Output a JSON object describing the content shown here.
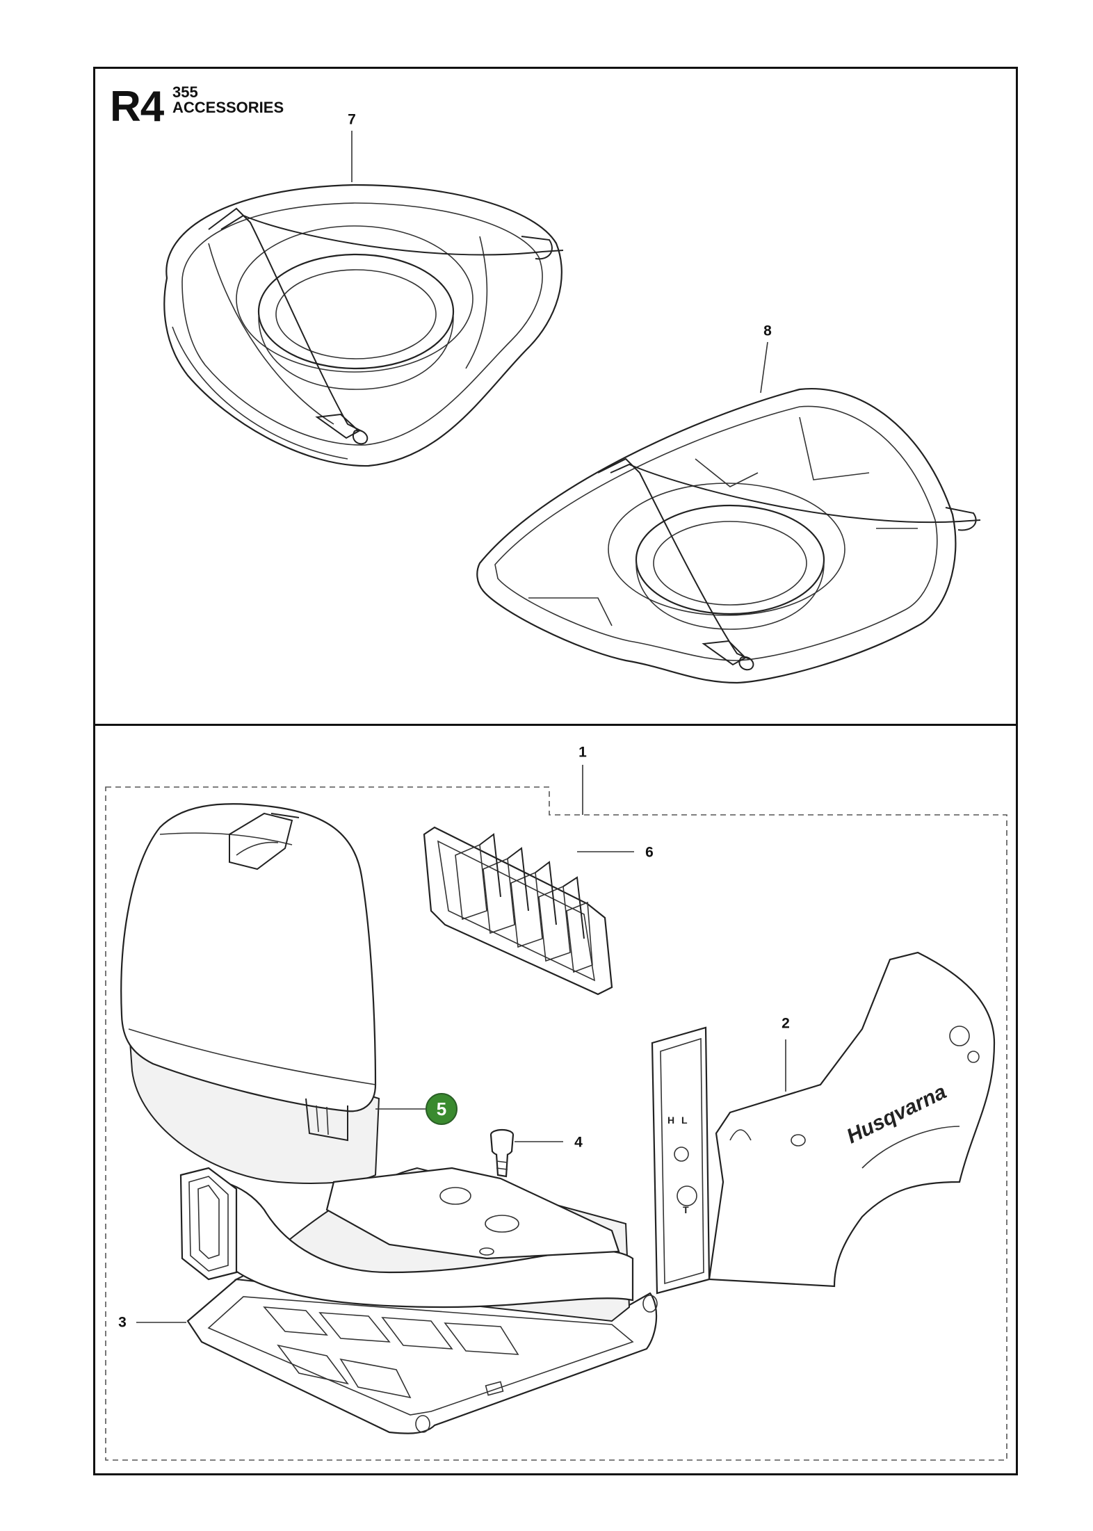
{
  "header": {
    "code": "R4",
    "model": "355",
    "section": "ACCESSORIES"
  },
  "callouts": [
    {
      "id": "7",
      "label": "7"
    },
    {
      "id": "8",
      "label": "8"
    },
    {
      "id": "1",
      "label": "1"
    },
    {
      "id": "6",
      "label": "6"
    },
    {
      "id": "2",
      "label": "2"
    },
    {
      "id": "4",
      "label": "4"
    },
    {
      "id": "3",
      "label": "3"
    }
  ],
  "highlight": {
    "label": "5",
    "color": "#3a8a2f"
  },
  "brand_mark": "Husqvarna",
  "panel_labels": {
    "a": "H",
    "b": "L",
    "c": "T"
  }
}
